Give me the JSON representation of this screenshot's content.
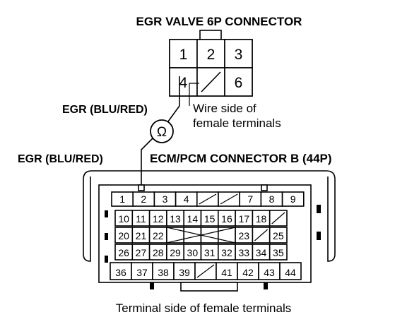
{
  "egr_valve_connector": {
    "title": "EGR VALVE 6P CONNECTOR",
    "terminals": [
      {
        "label": "1",
        "row": 0,
        "col": 0
      },
      {
        "label": "2",
        "row": 0,
        "col": 1
      },
      {
        "label": "3",
        "row": 0,
        "col": 2
      },
      {
        "label": "4",
        "row": 1,
        "col": 0
      },
      {
        "label": "",
        "row": 1,
        "col": 1,
        "blank": true
      },
      {
        "label": "6",
        "row": 1,
        "col": 2
      }
    ],
    "wire_label": "EGR (BLU/RED)",
    "side_label_line1": "Wire side of",
    "side_label_line2": "female terminals"
  },
  "meter": {
    "symbol": "Ω",
    "icon": "ohmmeter-icon"
  },
  "ecm_connector": {
    "title": "ECM/PCM CONNECTOR B (44P)",
    "wire_label": "EGR (BLU/RED)",
    "side_label": "Terminal side of female terminals",
    "row1": [
      "1",
      "2",
      "3",
      "4",
      "",
      "",
      "7",
      "8",
      "9"
    ],
    "row2": [
      "10",
      "11",
      "12",
      "13",
      "14",
      "15",
      "16",
      "17",
      "18",
      ""
    ],
    "row3": [
      "20",
      "21",
      "22",
      "",
      "",
      "",
      "",
      "23",
      "",
      "25"
    ],
    "row4": [
      "26",
      "27",
      "28",
      "29",
      "30",
      "31",
      "32",
      "33",
      "34",
      "35"
    ],
    "row5": [
      "36",
      "37",
      "38",
      "39",
      "",
      "41",
      "42",
      "43",
      "44"
    ]
  }
}
